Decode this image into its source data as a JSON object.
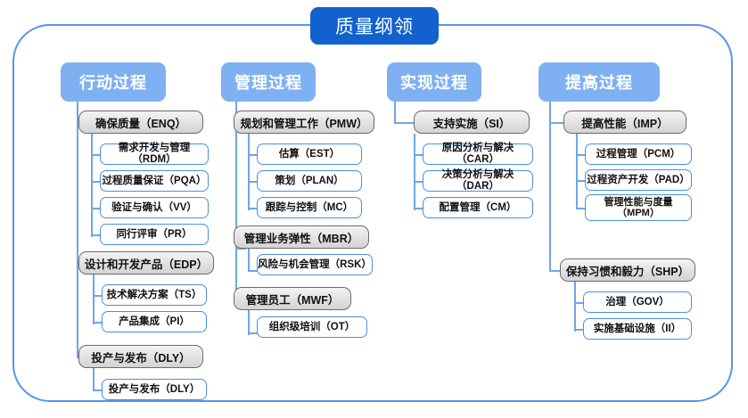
{
  "diagram": {
    "title": "质量纲领",
    "type": "org-tree",
    "colors": {
      "title_bg": "#1261ce",
      "column_header_bg": "#7fb0f2",
      "group_border": "#6b6b6b",
      "group_bg": "#e2e2e2",
      "leaf_border": "#4a8fe0",
      "leaf_bg": "#ffffff",
      "connector": "#6ea6ea",
      "frame_border": "#5795e8",
      "page_bg": "#ffffff"
    },
    "columns": [
      {
        "header": "行动过程",
        "groups": [
          {
            "label": "确保质量（ENQ）",
            "items": [
              "需求开发与管理（RDM）",
              "过程质量保证（PQA）",
              "验证与确认（VV）",
              "同行评审（PR）"
            ]
          },
          {
            "label": "设计和开发产品（EDP）",
            "items": [
              "技术解决方案（TS）",
              "产品集成（PI）"
            ]
          },
          {
            "label": "投产与发布（DLY）",
            "items": [
              "投产与发布（DLY）"
            ]
          }
        ]
      },
      {
        "header": "管理过程",
        "groups": [
          {
            "label": "规划和管理工作（PMW）",
            "items": [
              "估算（EST）",
              "策划（PLAN）",
              "跟踪与控制（MC）"
            ]
          },
          {
            "label": "管理业务弹性（MBR）",
            "items": [
              "风险与机会管理（RSK）"
            ]
          },
          {
            "label": "管理员工（MWF）",
            "items": [
              "组织级培训（OT）"
            ]
          }
        ]
      },
      {
        "header": "实现过程",
        "groups": [
          {
            "label": "支持实施（SI）",
            "items": [
              "原因分析与解决（CAR）",
              "决策分析与解决（DAR）",
              "配置管理（CM）"
            ]
          }
        ]
      },
      {
        "header": "提高过程",
        "groups": [
          {
            "label": "提高性能（IMP）",
            "items": [
              "过程管理（PCM）",
              "过程资产开发（PAD）",
              "管理性能与度量（MPM）"
            ]
          },
          {
            "label": "保持习惯和毅力（SHP）",
            "items": [
              "治理（GOV）",
              "实施基础设施（II）"
            ]
          }
        ]
      }
    ]
  }
}
